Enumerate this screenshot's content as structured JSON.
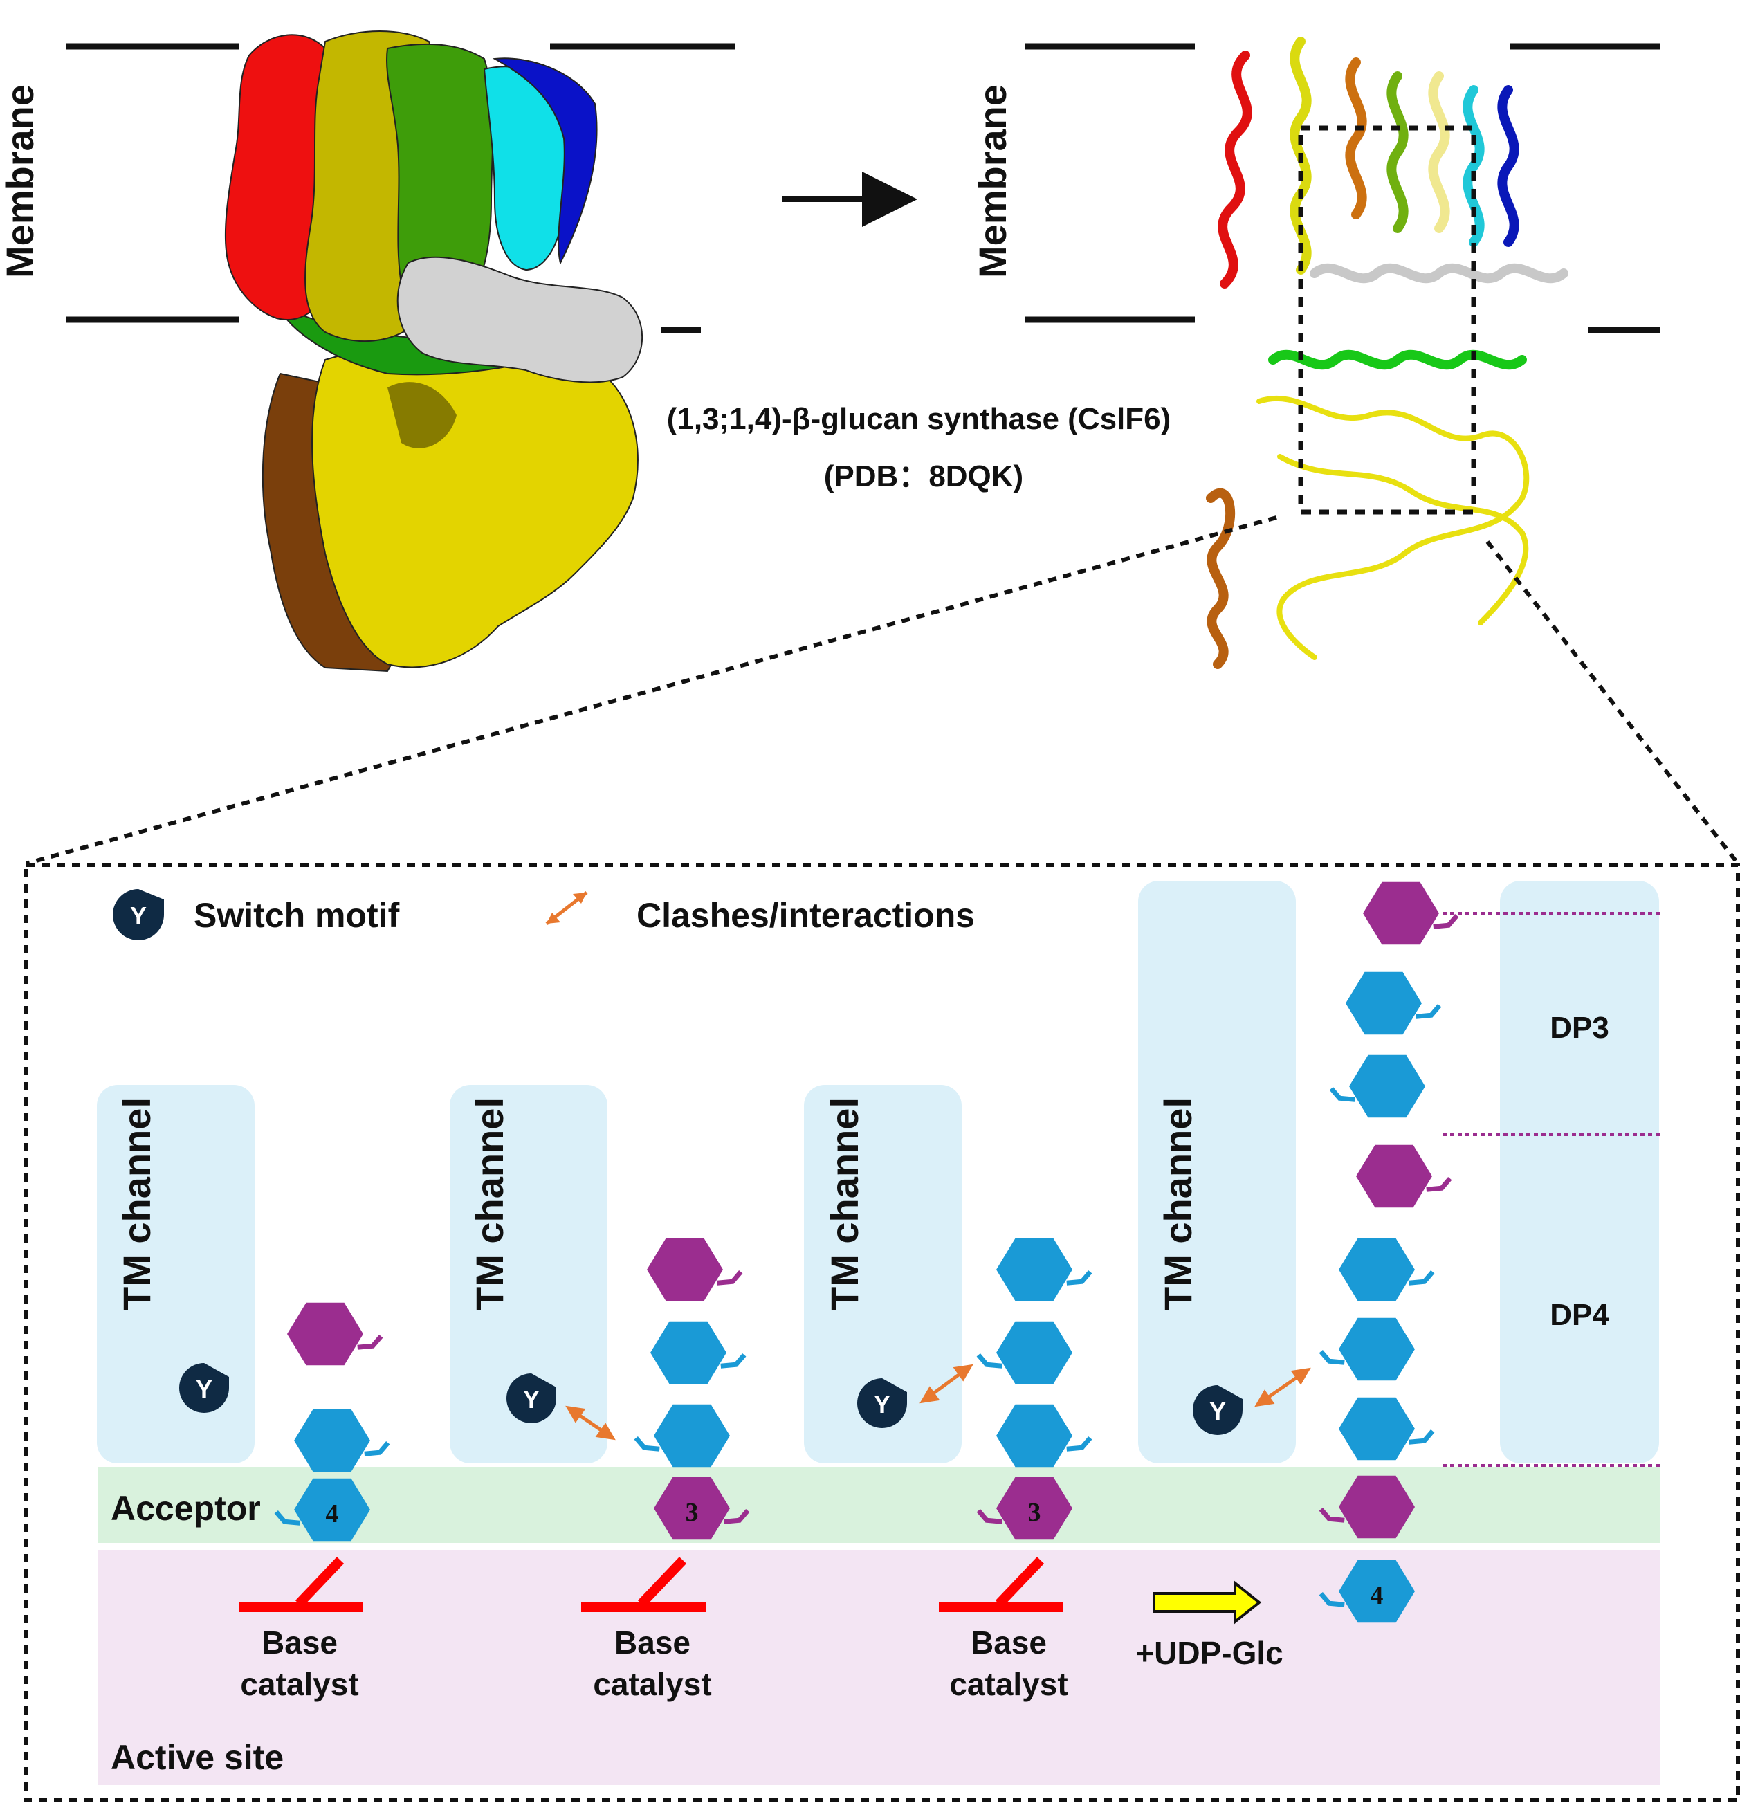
{
  "top": {
    "membrane_left": "Membrane",
    "membrane_right": "Membrane",
    "enzyme_name": "(1,3;1,4)-β-glucan synthase (CslF6)",
    "pdb_code": "(PDB：8DQK)"
  },
  "legend": {
    "switch_symbol": "Y",
    "switch_label": "Switch motif",
    "clash_label": "Clashes/interactions"
  },
  "panels": {
    "tm_channel": "TM channel",
    "acceptor": "Acceptor",
    "active_site": "Active site",
    "base_catalyst_1": "Base",
    "base_catalyst_2": "catalyst",
    "udp_glc": "+UDP-Glc",
    "dp3": "DP3",
    "dp4": "DP4",
    "link_4": "4",
    "link_3": "3"
  },
  "colors": {
    "glucose_beta14": "#1a9ad6",
    "glucose_beta13": "#9b2d8f",
    "tm_channel_fill": "#dbf0f9",
    "acceptor_band": "#d9f2dd",
    "active_site_band": "#f3e5f3",
    "base_catalyst": "#ff0000",
    "clash_arrow": "#e8782e",
    "switch_motif": "#0f2a44",
    "udp_arrow": "#ffff00"
  }
}
